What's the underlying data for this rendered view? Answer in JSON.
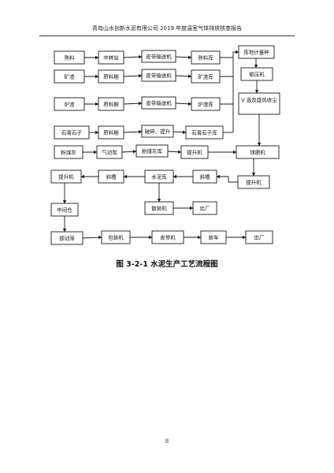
{
  "header": {
    "title": "青岛山水创新水泥有限公司 2019 年度温室气体排放核查报告"
  },
  "figure": {
    "caption": "图 3-2-1  水泥生产工艺流程图",
    "boxes": {
      "b1": "熟料",
      "b2": "中转站",
      "b3": "皮带输送机",
      "b4": "熟料库",
      "b5": "库地计量秤",
      "b6": "矿渣",
      "b7": "原料棚",
      "b8": "皮带输送机",
      "b9": "矿渣库",
      "b10": "辊压机",
      "b11": "炉渣",
      "b12": "原料棚",
      "b13": "皮带输送机",
      "b14": "炉渣库",
      "b15": "V 选及旋风收尘",
      "b16": "石膏石子",
      "b17": "原料棚",
      "b18": "破碎、提升",
      "b19": "石膏石子库",
      "b20": "粉煤灰",
      "b21": "气动泵",
      "b22": "粉煤灰库",
      "b23": "提升机",
      "b24": "球磨机",
      "b25": "提升机",
      "b26": "斜槽",
      "b27": "水泥库",
      "b28": "斜槽",
      "b29": "提升机",
      "b30": "散装机",
      "b31": "出厂",
      "b32": "中间仓",
      "b33": "振动筛",
      "b34": "包装机",
      "b35": "皮带机",
      "b36": "装车",
      "b37": "出厂"
    }
  },
  "footer": {
    "page_number": "8"
  }
}
